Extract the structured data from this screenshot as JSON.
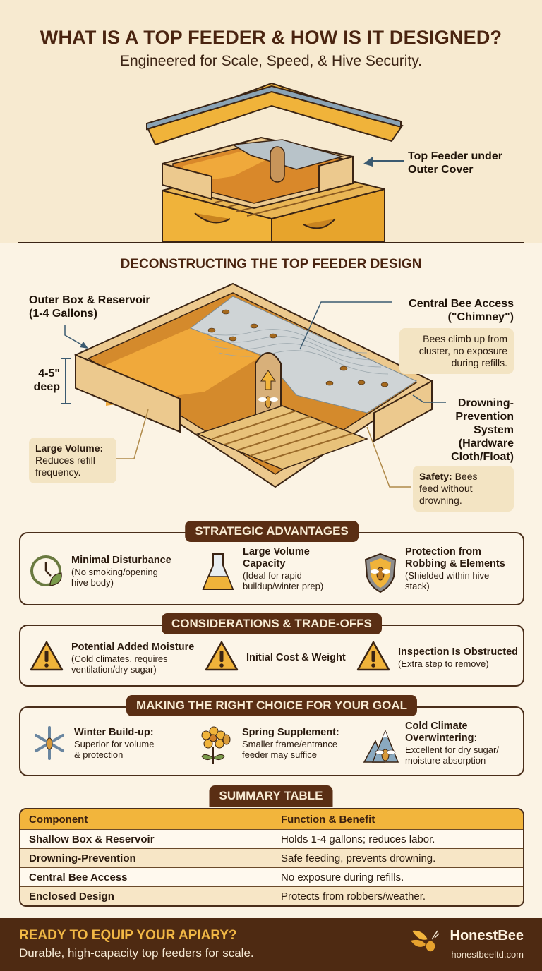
{
  "header": {
    "title": "WHAT IS A TOP FEEDER & HOW IS IT DESIGNED?",
    "subtitle": "Engineered for Scale, Speed, & Hive Security."
  },
  "hero": {
    "callout": "Top Feeder under\nOuter Cover",
    "callout_line1": "Top Feeder under",
    "callout_line2": "Outer Cover"
  },
  "diagram": {
    "heading": "DECONSTRUCTING THE TOP FEEDER DESIGN",
    "outer_box": {
      "line1": "Outer Box & Reservoir",
      "line2": "(1-4 Gallons)"
    },
    "depth": {
      "line1": "4-5\"",
      "line2": "deep"
    },
    "chimney": {
      "line1": "Central Bee Access",
      "line2": "(\"Chimney\")"
    },
    "chimney_note": {
      "line1": "Bees climb up from",
      "line2": "cluster, no exposure",
      "line3": "during refills."
    },
    "drowning": {
      "line1": "Drowning-",
      "line2": "Prevention",
      "line3": "System",
      "line4": "(Hardware",
      "line5": "Cloth/Float)"
    },
    "large_volume_note": {
      "label": "Large Volume:",
      "line1": "Reduces refill",
      "line2": "frequency."
    },
    "safety_note": {
      "label": "Safety:",
      "line1": " Bees",
      "line2": "feed without",
      "line3": "drowning."
    }
  },
  "advantages": {
    "heading": "STRATEGIC ADVANTAGES",
    "items": [
      {
        "icon": "clock-leaf-icon",
        "title": "Minimal Disturbance",
        "line1": "(No smoking/opening",
        "line2": "hive body)"
      },
      {
        "icon": "flask-icon",
        "title": "Large Volume",
        "title2": "Capacity",
        "line1": "(Ideal for rapid",
        "line2": "buildup/winter prep)"
      },
      {
        "icon": "shield-bee-icon",
        "title": "Protection from",
        "title2": "Robbing & Elements",
        "line1": "(Shielded within hive",
        "line2": "stack)"
      }
    ]
  },
  "considerations": {
    "heading": "CONSIDERATIONS & TRADE-OFFS",
    "items": [
      {
        "icon": "warning-icon",
        "title": "Potential Added Moisture",
        "line1": "(Cold climates, requires",
        "line2": "ventilation/dry sugar)"
      },
      {
        "icon": "warning-icon",
        "title": "Initial Cost & Weight"
      },
      {
        "icon": "warning-icon",
        "title": "Inspection Is Obstructed",
        "line1": "(Extra step to remove)"
      }
    ]
  },
  "choice": {
    "heading": "MAKING THE RIGHT CHOICE FOR YOUR GOAL",
    "items": [
      {
        "icon": "snowflake-bee-icon",
        "title": "Winter Build-up:",
        "line1": "Superior for volume",
        "line2": "& protection"
      },
      {
        "icon": "flower-bee-icon",
        "title": "Spring Supplement:",
        "line1": "Smaller frame/entrance",
        "line2": "feeder may suffice"
      },
      {
        "icon": "mountain-bee-icon",
        "title": "Cold Climate",
        "title2": "Overwintering:",
        "line1": "Excellent for dry sugar/",
        "line2": "moisture absorption"
      }
    ]
  },
  "summary": {
    "heading": "SUMMARY TABLE",
    "columns": [
      "Component",
      "Function & Benefit"
    ],
    "rows": [
      [
        "Shallow Box & Reservoir",
        "Holds 1-4 gallons; reduces labor."
      ],
      [
        "Drowning-Prevention",
        "Safe feeding, prevents drowning."
      ],
      [
        "Central Bee Access",
        "No exposure during refills."
      ],
      [
        "Enclosed Design",
        "Protects from robbers/weather."
      ]
    ]
  },
  "footer": {
    "cta": "READY TO EQUIP YOUR APIARY?",
    "sub": "Durable, high-capacity top feeders for scale.",
    "brand": "HonestBee",
    "url": "honestbeeltd.com"
  },
  "colors": {
    "brown_dark": "#4e2a12",
    "honey": "#f2b53c",
    "cream": "#fbf3e4",
    "annotation_blue": "#3b5a70"
  }
}
